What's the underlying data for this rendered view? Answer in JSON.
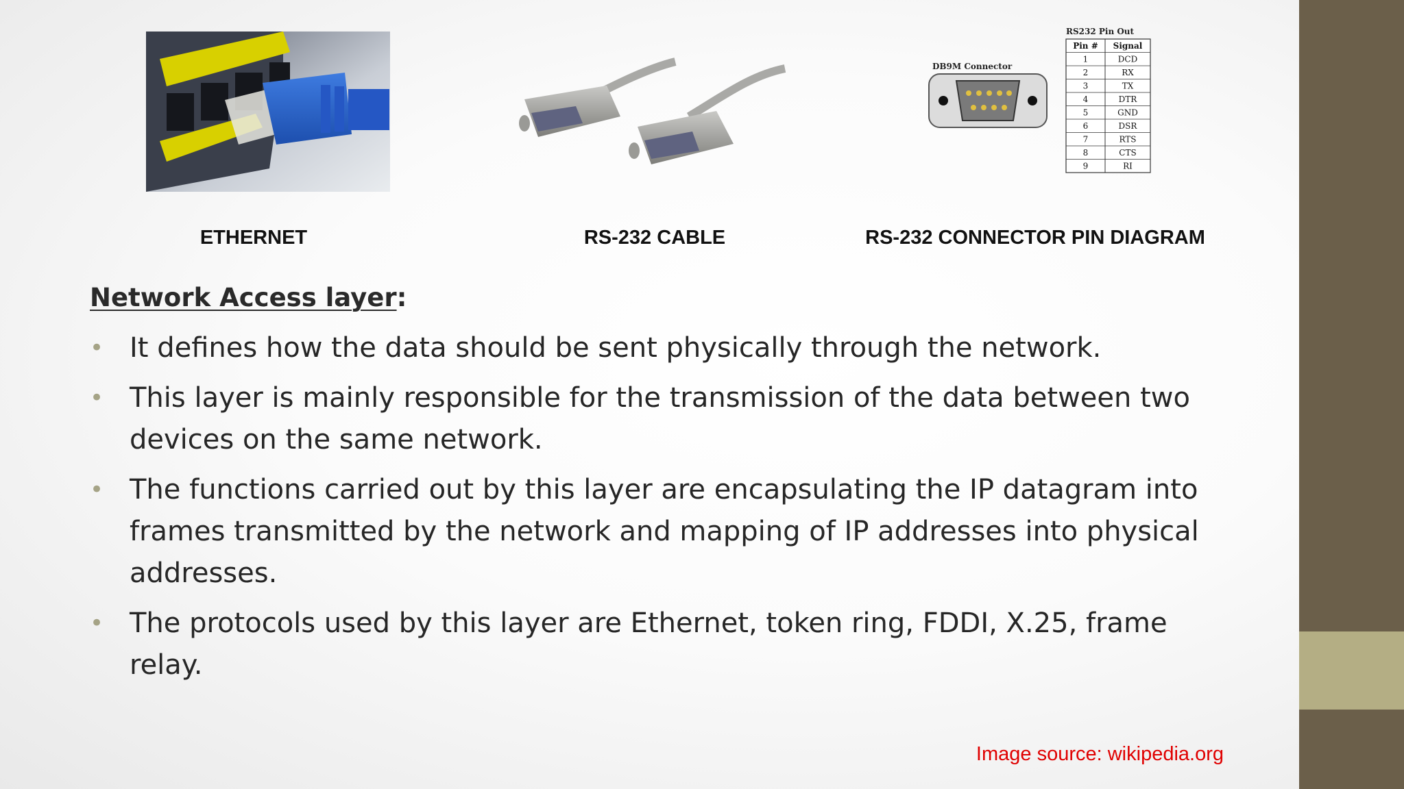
{
  "captions": {
    "ethernet": "ETHERNET",
    "rs232_cable": "RS-232 CABLE",
    "rs232_pin_diagram": "RS-232 CONNECTOR PIN DIAGRAM"
  },
  "pinout": {
    "title": "RS232 Pin Out",
    "connector_label": "DB9M Connector",
    "col_pin": "Pin #",
    "col_signal": "Signal",
    "rows": [
      {
        "pin": "1",
        "signal": "DCD"
      },
      {
        "pin": "2",
        "signal": "RX"
      },
      {
        "pin": "3",
        "signal": "TX"
      },
      {
        "pin": "4",
        "signal": "DTR"
      },
      {
        "pin": "5",
        "signal": "GND"
      },
      {
        "pin": "6",
        "signal": "DSR"
      },
      {
        "pin": "7",
        "signal": "RTS"
      },
      {
        "pin": "8",
        "signal": "CTS"
      },
      {
        "pin": "9",
        "signal": "RI"
      }
    ]
  },
  "heading": {
    "text": "Network Access layer",
    "suffix": ":"
  },
  "bullets": [
    "It defines how the data should be sent physically through the network.",
    "This layer is mainly responsible for the transmission of the data between two devices on the same network.",
    "The functions carried out by this layer are encapsulating the IP datagram into frames transmitted by the network and mapping of IP addresses into physical addresses.",
    "The protocols used by this layer are Ethernet, token ring, FDDI, X.25, frame relay."
  ],
  "source": "Image source: wikipedia.org",
  "colors": {
    "sidebar": "#6b5f4a",
    "sidebar_accent": "#b4ae84",
    "bullet": "#a5a386",
    "source": "#e00000"
  }
}
